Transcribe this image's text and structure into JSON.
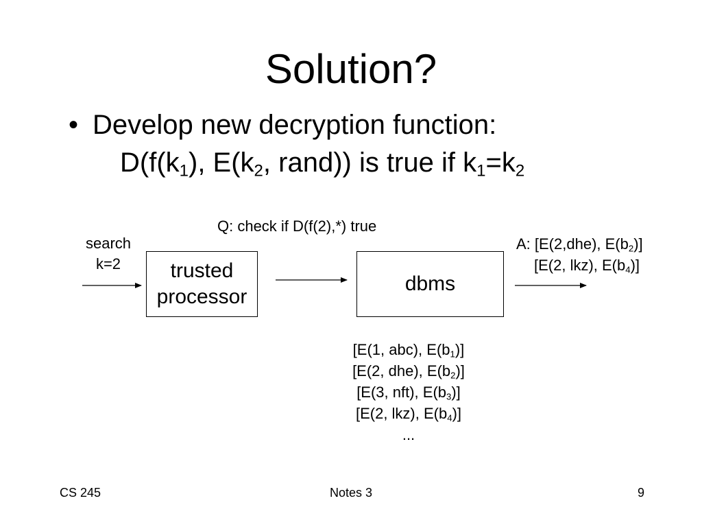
{
  "slide": {
    "title": "Solution?",
    "bullet_marker": "•",
    "bullet_text": "Develop new decryption function:",
    "formula": {
      "p1": "D(f(k",
      "s1": "1",
      "p2": "), E(k",
      "s2": "2",
      "p3": ", rand)) is true if k",
      "s3": "1",
      "p4": "=k",
      "s4": "2"
    }
  },
  "diagram": {
    "query_label": "Q: check if D(f(2),*) true",
    "search_label_line1": "search",
    "search_label_line2": "k=2",
    "trusted_processor_line1": "trusted",
    "trusted_processor_line2": "processor",
    "dbms_label": "dbms",
    "answer": {
      "line1": {
        "pre": "A: [E(2,dhe), E(b",
        "sub": "2",
        "post": ")]"
      },
      "line2": {
        "pre": "[E(2, lkz), E(b",
        "sub": "4",
        "post": ")]"
      }
    },
    "records": [
      {
        "pre": "[E(1, abc), E(b",
        "sub": "1",
        "post": ")]"
      },
      {
        "pre": "[E(2, dhe), E(b",
        "sub": "2",
        "post": ")]"
      },
      {
        "pre": "[E(3, nft), E(b",
        "sub": "3",
        "post": ")]"
      },
      {
        "pre": "[E(2, lkz), E(b",
        "sub": "4",
        "post": ")]"
      }
    ],
    "records_more": "..."
  },
  "footer": {
    "course": "CS 245",
    "notes": "Notes 3",
    "page_number": "9"
  }
}
